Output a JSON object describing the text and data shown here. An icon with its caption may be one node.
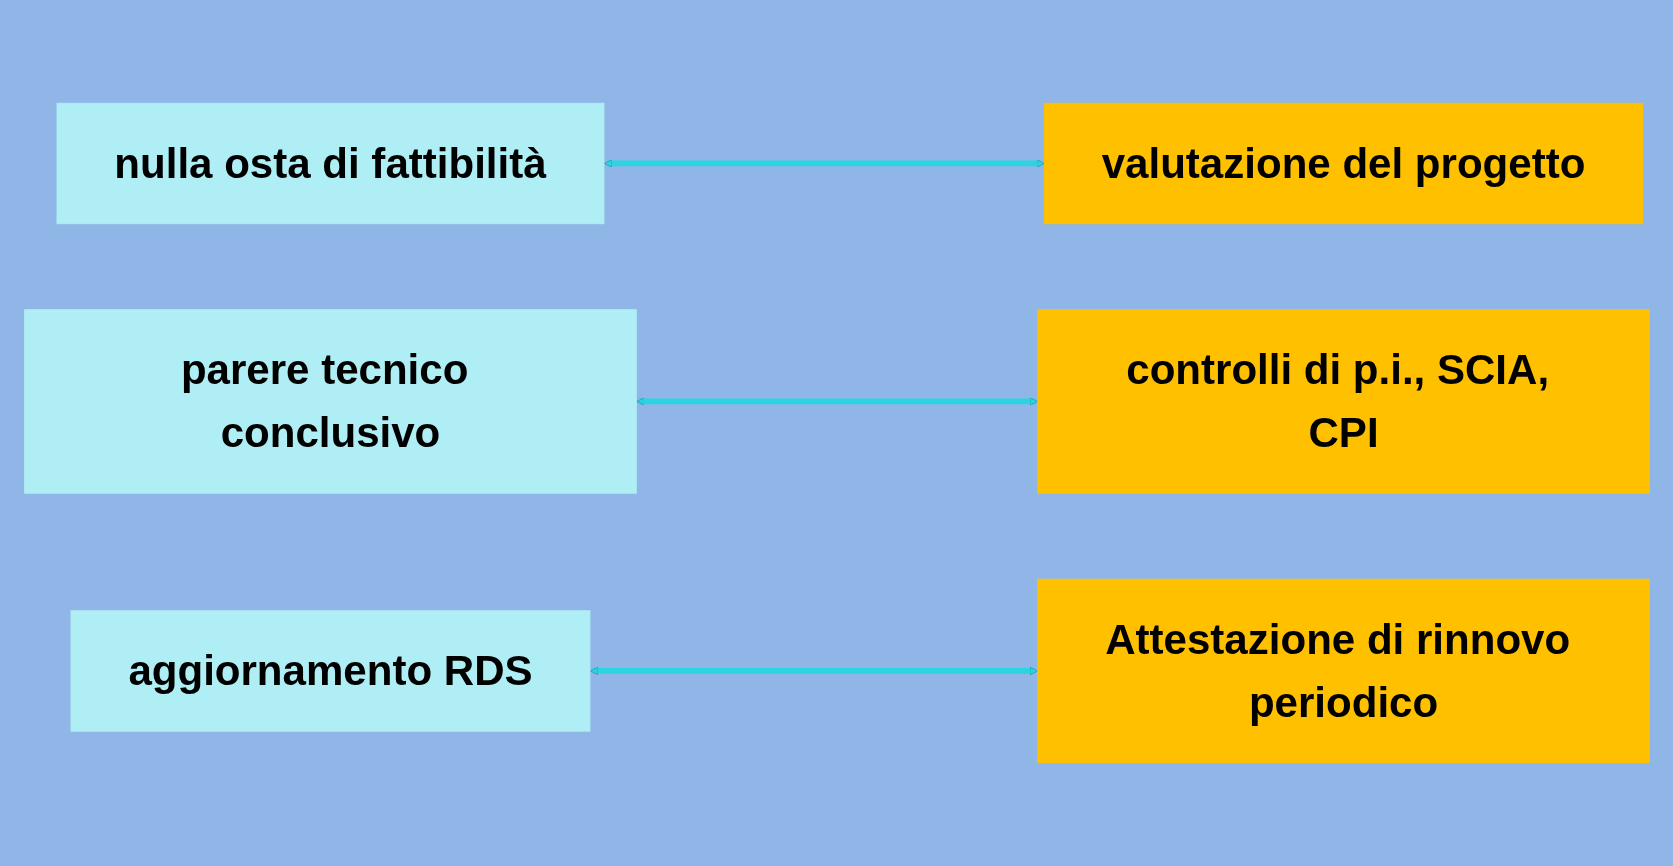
{
  "diagram": {
    "nodes": [
      {
        "text": [
          "nulla osta di fattibilità"
        ]
      },
      {
        "text": [
          "valutazione del progetto"
        ]
      },
      {
        "text": [
          "parere tecnico conclusivo"
        ]
      },
      {
        "text": [
          "controlli di p.i., SCIA, CPI"
        ]
      },
      {
        "text": [
          "aggiornamento RDS"
        ]
      },
      {
        "text": [
          "Attestazione di rinnovo periodico"
        ]
      }
    ],
    "edges": [
      {
        "from": 0,
        "to": 1,
        "arrow": "both"
      },
      {
        "from": 2,
        "to": 3,
        "arrow": "both"
      },
      {
        "from": 4,
        "to": 5,
        "arrow": "both"
      }
    ]
  }
}
